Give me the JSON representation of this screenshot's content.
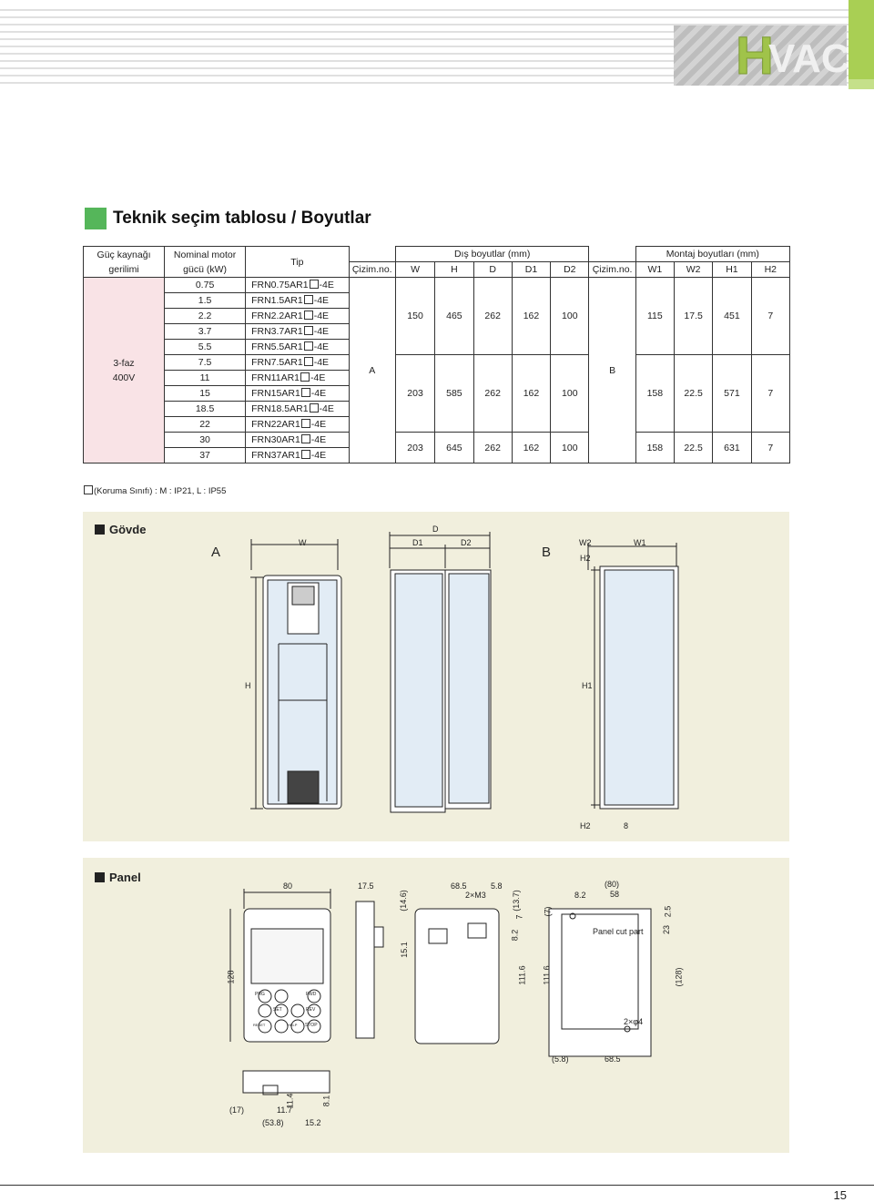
{
  "brand": {
    "logo_h": "H",
    "logo_vac": "VAC"
  },
  "title": "Teknik seçim tablosu / Boyutlar",
  "table": {
    "h_power": "Güç kaynağı gerilimi",
    "h_motor": "Nominal motor gücü (kW)",
    "h_type": "Tip",
    "h_outer": "Dış boyutlar (mm)",
    "h_mount": "Montaj boyutları (mm)",
    "h_drawno": "Çizim.no.",
    "h_W": "W",
    "h_H": "H",
    "h_D": "D",
    "h_D1": "D1",
    "h_D2": "D2",
    "h_drawno2": "Çizim.no.",
    "h_W1": "W1",
    "h_W2": "W2",
    "h_H1": "H1",
    "h_H2": "H2",
    "supply_1": "3-faz",
    "supply_2": "400V",
    "rows": [
      {
        "kw": "0.75",
        "pre": "FRN0.75AR1",
        "suf": "-4E"
      },
      {
        "kw": "1.5",
        "pre": "FRN1.5AR1",
        "suf": "-4E"
      },
      {
        "kw": "2.2",
        "pre": "FRN2.2AR1",
        "suf": "-4E"
      },
      {
        "kw": "3.7",
        "pre": "FRN3.7AR1",
        "suf": "-4E"
      },
      {
        "kw": "5.5",
        "pre": "FRN5.5AR1",
        "suf": "-4E"
      },
      {
        "kw": "7.5",
        "pre": "FRN7.5AR1",
        "suf": "-4E"
      },
      {
        "kw": "11",
        "pre": "FRN11AR1",
        "suf": "-4E"
      },
      {
        "kw": "15",
        "pre": "FRN15AR1",
        "suf": "-4E"
      },
      {
        "kw": "18.5",
        "pre": "FRN18.5AR1",
        "suf": "-4E"
      },
      {
        "kw": "22",
        "pre": "FRN22AR1",
        "suf": "-4E"
      },
      {
        "kw": "30",
        "pre": "FRN30AR1",
        "suf": "-4E"
      },
      {
        "kw": "37",
        "pre": "FRN37AR1",
        "suf": "-4E"
      }
    ],
    "drawing_a": "A",
    "drawing_b": "B",
    "groups": [
      {
        "W": "150",
        "H": "465",
        "D": "262",
        "D1": "162",
        "D2": "100",
        "W1": "115",
        "W2": "17.5",
        "H1": "451",
        "H2": "7"
      },
      {
        "W": "203",
        "H": "585",
        "D": "262",
        "D1": "162",
        "D2": "100",
        "W1": "158",
        "W2": "22.5",
        "H1": "571",
        "H2": "7"
      },
      {
        "W": "203",
        "H": "645",
        "D": "262",
        "D1": "162",
        "D2": "100",
        "W1": "158",
        "W2": "22.5",
        "H1": "631",
        "H2": "7"
      }
    ]
  },
  "note": "(Koruma Sınıfı) : M : IP21, L : IP55",
  "govde": {
    "title": "Gövde",
    "label_a": "A",
    "label_b": "B",
    "W": "W",
    "H": "H",
    "D": "D",
    "D1": "D1",
    "D2": "D2",
    "W1": "W1",
    "W2": "W2",
    "H1": "H1",
    "H2": "H2",
    "eight": "8"
  },
  "panel": {
    "title": "Panel",
    "d80": "80",
    "d128": "128",
    "d17_5": "17.5",
    "d14_6": "(14.6)",
    "d15_1": "15.1",
    "d68_5": "68.5",
    "d5_8": "5.8",
    "m3": "2×M3",
    "d13_7": "(13.7)",
    "d7a": "7",
    "d8_2a": "8.2",
    "d111_6a": "111.6",
    "d7b": "(7)",
    "d111_6b": "111.6",
    "d80b": "(80)",
    "d58": "58",
    "d8_2b": "8.2",
    "d2_5": "2.5",
    "d23": "23",
    "cutout": "Panel cut part",
    "d128b": "(128)",
    "phi4": "2×φ4",
    "d5_8b": "(5.8)",
    "d68_5b": "68.5",
    "d17b": "(17)",
    "d11_7": "11.7",
    "d11_4": "11.4",
    "d8_1": "8.1",
    "d53_8": "(53.8)",
    "d15_2": "15.2",
    "key_prg": "PRG",
    "key_fwd": "FWD",
    "key_rev": "REV",
    "key_stop": "STOP",
    "key_reset": "RESET",
    "key_help": "HELP",
    "key_set": "SET"
  },
  "page_number": "15"
}
